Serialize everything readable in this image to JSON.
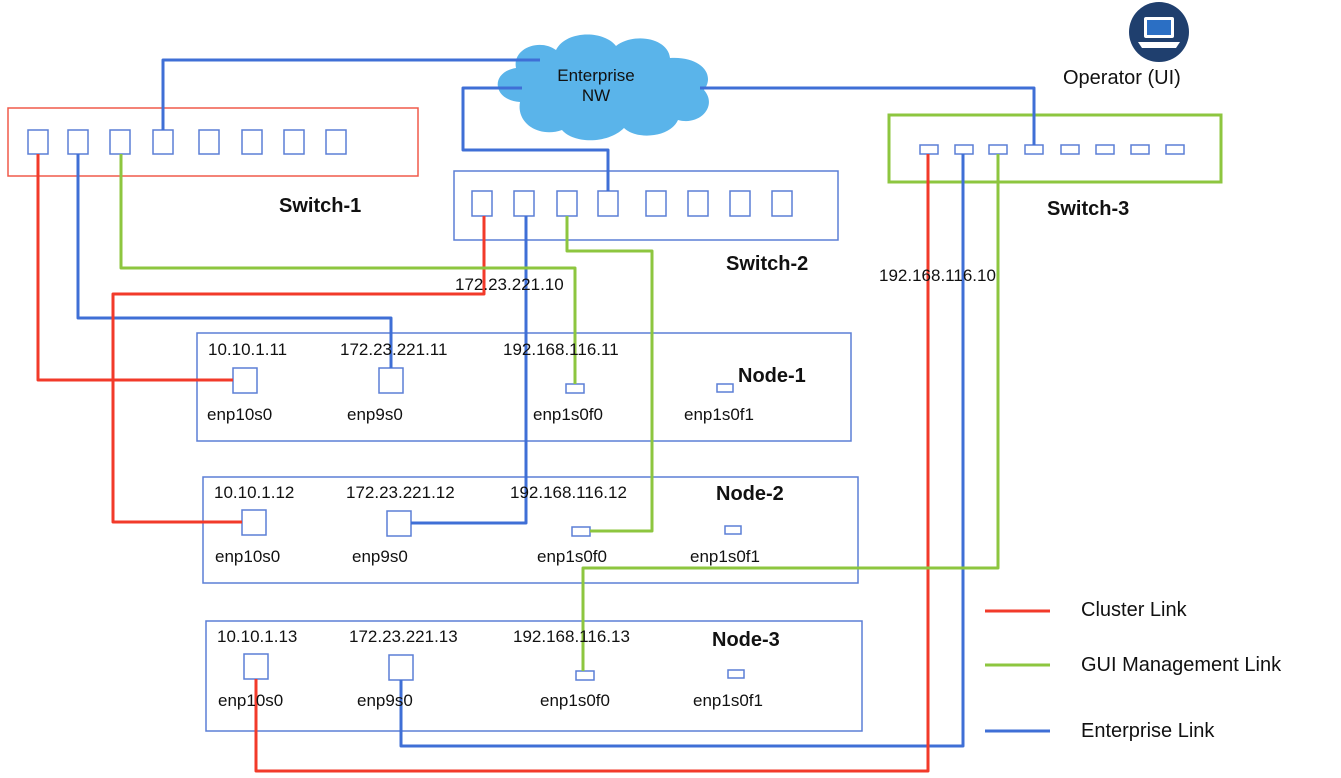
{
  "colors": {
    "cluster": "#f23a2a",
    "gui": "#8dc63f",
    "enterprise": "#3f6fd6",
    "box": "#5b7fd6",
    "switch1_border": "#f05a4a",
    "switch3_border": "#8dc63f",
    "cloud": "#5ab4ea"
  },
  "cloud": {
    "line1": "Enterprise",
    "line2": "NW"
  },
  "operator": {
    "label": "Operator (UI)",
    "icon": "laptop-icon"
  },
  "switches": {
    "switch1": "Switch-1",
    "switch2": "Switch-2",
    "switch3": "Switch-3"
  },
  "switch_ips": {
    "switch2": "172.23.221.10",
    "switch3": "192.168.116.10"
  },
  "nodes": [
    {
      "name": "Node-1",
      "ips": [
        "10.10.1.11",
        "172.23.221.11",
        "192.168.116.11"
      ],
      "ifaces": [
        "enp10s0",
        "enp9s0",
        "enp1s0f0",
        "enp1s0f1"
      ]
    },
    {
      "name": "Node-2",
      "ips": [
        "10.10.1.12",
        "172.23.221.12",
        "192.168.116.12"
      ],
      "ifaces": [
        "enp10s0",
        "enp9s0",
        "enp1s0f0",
        "enp1s0f1"
      ]
    },
    {
      "name": "Node-3",
      "ips": [
        "10.10.1.13",
        "172.23.221.13",
        "192.168.116.13"
      ],
      "ifaces": [
        "enp10s0",
        "enp9s0",
        "enp1s0f0",
        "enp1s0f1"
      ]
    }
  ],
  "legend": {
    "cluster": "Cluster Link",
    "gui": "GUI Management Link",
    "enterprise": "Enterprise Link"
  }
}
